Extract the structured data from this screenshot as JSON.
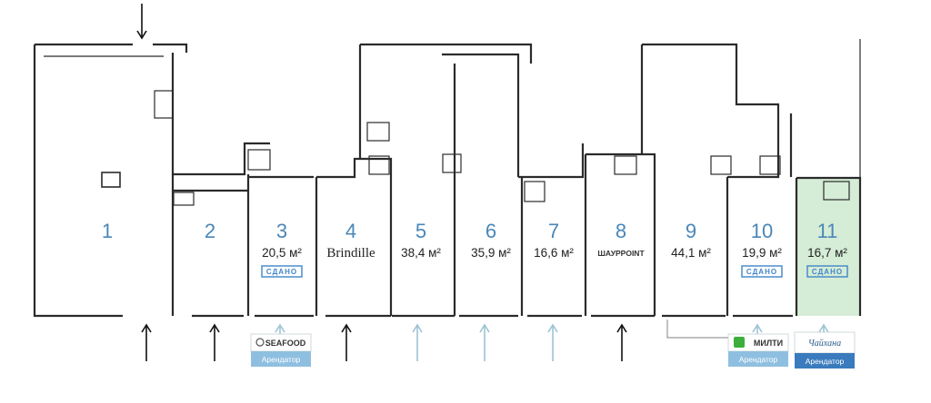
{
  "units": [
    {
      "number": "1"
    },
    {
      "number": "2"
    },
    {
      "number": "3",
      "area": "20,5 м²",
      "status": "СДАНО"
    },
    {
      "number": "4",
      "tenant": "Brindille"
    },
    {
      "number": "5",
      "area": "38,4 м²"
    },
    {
      "number": "6",
      "area": "35,9 м²"
    },
    {
      "number": "7",
      "area": "16,6 м²"
    },
    {
      "number": "8",
      "tenant_logo": "ШАУРPOINT"
    },
    {
      "number": "9",
      "area": "44,1 м²"
    },
    {
      "number": "10",
      "area": "19,9 м²",
      "status": "СДАНО"
    },
    {
      "number": "11",
      "area": "16,7 м²",
      "status": "СДАНО"
    }
  ],
  "tenants": [
    {
      "logo": "SEAFOOD",
      "caption": "Арендатор"
    },
    {
      "logo": "МИЛТИ",
      "caption": "Арендатор"
    },
    {
      "logo": "Чайхана",
      "caption": "Арендатор"
    }
  ],
  "colors": {
    "unit_number": "#4a87b8",
    "badge": "#3f86c8",
    "highlight_unit": "#d5ecd6",
    "tenant_label_light": "#8fbfe0",
    "tenant_label_dark": "#3a7bbd",
    "arrow_dark": "#111111",
    "arrow_light": "#9dc3d4"
  },
  "icons": [
    "entrance-arrow-icon",
    "restroom-icon",
    "seafood-logo-icon",
    "milti-logo-icon",
    "chaikhana-logo-icon"
  ]
}
